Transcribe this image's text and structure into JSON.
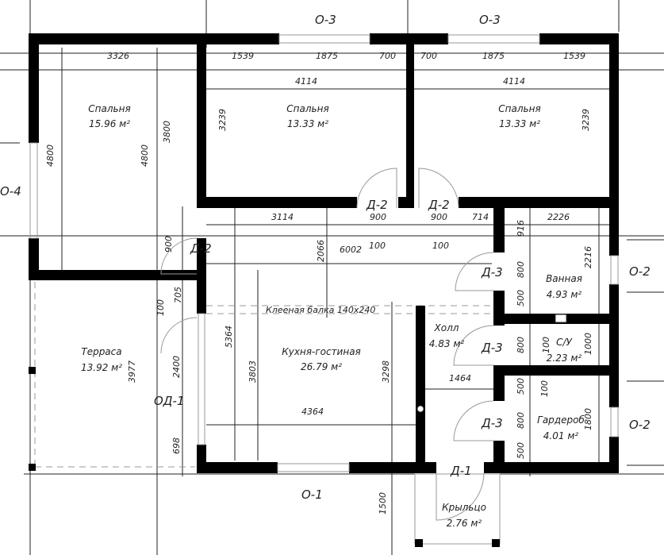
{
  "rooms": {
    "bedroom1": {
      "name": "Спальня",
      "area": "15.96 м²"
    },
    "bedroom2": {
      "name": "Спальня",
      "area": "13.33 м²"
    },
    "bedroom3": {
      "name": "Спальня",
      "area": "13.33 м²"
    },
    "terrace": {
      "name": "Терраса",
      "area": "13.92 м²"
    },
    "living": {
      "name": "Кухня-гостиная",
      "area": "26.79 м²"
    },
    "hall": {
      "name": "Холл",
      "area": "4.83 м²"
    },
    "bath": {
      "name": "Ванная",
      "area": "4.93 м²"
    },
    "wc": {
      "name": "С/У",
      "area": "2.23 м²"
    },
    "wardrobe": {
      "name": "Гардероб",
      "area": "4.01 м²"
    },
    "porch": {
      "name": "Крыльцо",
      "area": "2.76 м²"
    }
  },
  "tags": {
    "o3a": "О-3",
    "o3b": "О-3",
    "o4": "О-4",
    "o2a": "О-2",
    "o2b": "О-2",
    "o1": "О-1",
    "od1": "ОД-1",
    "d2a": "Д-2",
    "d2b": "Д-2",
    "d2c": "Д-2",
    "d3a": "Д-3",
    "d3b": "Д-3",
    "d3c": "Д-3",
    "d1": "Д-1"
  },
  "beam_note": "Клееная балка 140х240",
  "dims": {
    "h3326": "3326",
    "h1539a": "1539",
    "h1875a": "1875",
    "h700a": "700",
    "h700b": "700",
    "h1875b": "1875",
    "h1539b": "1539",
    "h4114a": "4114",
    "h4114b": "4114",
    "h3114": "3114",
    "h900a": "900",
    "h900b": "900",
    "h714": "714",
    "h2226": "2226",
    "h6002": "6002",
    "h100a": "100",
    "h100b": "100",
    "h1464": "1464",
    "h4364": "4364",
    "v4800a": "4800",
    "v4800b": "4800",
    "v3800": "3800",
    "v3239a": "3239",
    "v3239b": "3239",
    "v900": "900",
    "v2066": "2066",
    "v705": "705",
    "v100a": "100",
    "v5364": "5364",
    "v3977": "3977",
    "v2400": "2400",
    "v698": "698",
    "v3803": "3803",
    "v3298": "3298",
    "v916": "916",
    "v800a": "800",
    "v500a": "500",
    "v2216": "2216",
    "v800b": "800",
    "v100b": "100",
    "v1000": "1000",
    "v500b": "500",
    "v100c": "100",
    "v800c": "800",
    "v500c": "500",
    "v1800": "1800",
    "v1500": "1500"
  }
}
